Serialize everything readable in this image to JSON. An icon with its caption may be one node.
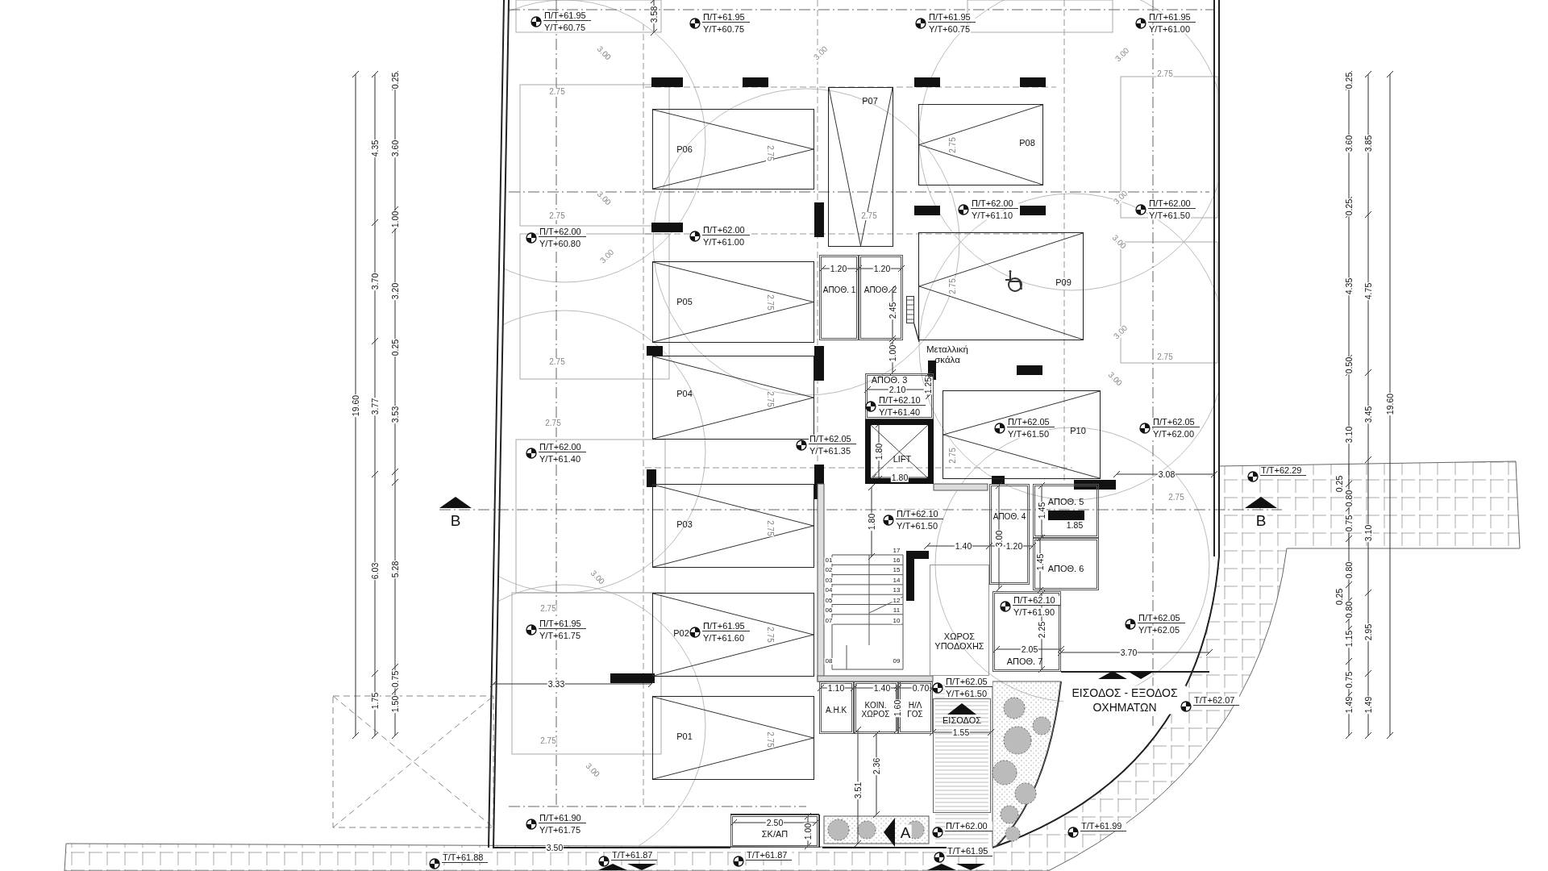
{
  "diagram": {
    "nodes": [
      {
        "text": [
          "P06"
        ]
      },
      {
        "text": [
          "P05"
        ]
      },
      {
        "text": [
          "P04"
        ]
      },
      {
        "text": [
          "P03"
        ]
      },
      {
        "text": [
          "P02"
        ]
      },
      {
        "text": [
          "P01"
        ]
      },
      {
        "text": [
          "P07"
        ]
      },
      {
        "text": [
          "P08"
        ]
      },
      {
        "text": [
          "P09"
        ]
      },
      {
        "text": [
          "P10"
        ]
      },
      {
        "text": [
          "ΑΠΟΘ. 1"
        ]
      },
      {
        "text": [
          "ΑΠΟΘ. 2"
        ]
      },
      {
        "text": [
          "ΑΠΟΘ. 3"
        ]
      },
      {
        "text": [
          "LIFT"
        ]
      },
      {
        "text": [
          "ΑΠΟΘ. 4"
        ]
      },
      {
        "text": [
          "ΑΠΟΘ. 5"
        ]
      },
      {
        "text": [
          "ΑΠΟΘ. 6"
        ]
      },
      {
        "text": [
          "ΑΠΟΘ. 7"
        ]
      },
      {
        "text": [
          "ΧΩΡΟΣ ΥΠΟΔΟΧΗΣ"
        ]
      },
      {
        "text": [
          "Α.Η.Κ"
        ]
      },
      {
        "text": [
          "ΚΟΙΝ. ΧΩΡΟΣ"
        ]
      },
      {
        "text": [
          "Η/Λ ΓΟΣ"
        ]
      },
      {
        "text": [
          "ΕΙΣΟΔΟΣ"
        ]
      },
      {
        "text": [
          "ΣΚ/ΑΠ"
        ]
      },
      {
        "text": [
          "Μεταλλική σκάλα"
        ]
      },
      {
        "text": [],
        "shape": "box"
      }
    ],
    "edges": [
      {
        "from": 24,
        "to": 25,
        "arrow": "none"
      }
    ],
    "labels": [
      "3.58",
      "Π/Τ+61.95",
      "Υ/Τ+60.75",
      "Π/Τ+61.95",
      "Υ/Τ+60.75",
      "Π/Τ+61.95",
      "Υ/Τ+60.75",
      "Π/Τ+61.95",
      "Υ/Τ+61.00",
      "3.00",
      "3.00",
      "3.00",
      "2.75",
      "0.25",
      "0.25",
      "2.75",
      "4.35",
      "3.60",
      "2.75",
      "2.75",
      "3.60",
      "3.85",
      "1.00",
      "2.75",
      "3.00",
      "2.75",
      "Π/Τ+62.00",
      "Υ/Τ+61.10",
      "3.00",
      "Π/Τ+62.00",
      "Υ/Τ+61.50",
      "0.25",
      "Π/Τ+62.00",
      "Υ/Τ+60.80",
      "Π/Τ+62.00",
      "Υ/Τ+61.00",
      "3.00",
      "3.00",
      "1.20",
      "1.20",
      "3.70",
      "3.20",
      "2.75",
      "4.35",
      "4.75",
      "2.75",
      "2.45",
      "3.00",
      "0.25",
      "2.75",
      "1.00",
      "2.75",
      "0.50",
      "2.10",
      "1.25",
      "3.00",
      "19.60",
      "3.77",
      "3.53",
      "2.75",
      "Π/Τ+62.10",
      "Υ/Τ+61.40",
      "3.45",
      "19.60",
      "2.75",
      "Π/Τ+62.05",
      "Υ/Τ+61.50",
      "Π/Τ+62.05",
      "Υ/Τ+62.00",
      "3.10",
      "Π/Τ+62.00",
      "Υ/Τ+61.40",
      "Π/Τ+62.05",
      "Υ/Τ+61.35",
      "1.80",
      "2.75",
      "1.80",
      "3.08",
      "Τ/Τ+62.29",
      "0.25",
      "2.75",
      "0.80",
      "B",
      "2.75",
      "1.80",
      "Π/Τ+62.10",
      "Υ/Τ+61.50",
      "1.45",
      "1.85",
      "B",
      "0.75",
      "3.10",
      "17",
      "1.40",
      "3.00",
      "1.20",
      "01",
      "16",
      "1.45",
      "6.03",
      "5.28",
      "02",
      "15",
      "0.80",
      "3.00",
      "03",
      "14",
      "04",
      "13",
      "05",
      "12",
      "0.25",
      "2.75",
      "06",
      "11",
      "Π/Τ+62.10",
      "Υ/Τ+61.90",
      "0.80",
      "07",
      "10",
      "Π/Τ+61.95",
      "Υ/Τ+61.75",
      "Π/Τ+61.95",
      "Υ/Τ+61.60",
      "2.75",
      "2.25",
      "Π/Τ+62.05",
      "Υ/Τ+62.05",
      "1.15",
      "2.95",
      "2.05",
      "3.70",
      "08",
      "09",
      "0.75",
      "3.33",
      "1.10",
      "1.40",
      "0.70",
      "Π/Τ+62.05",
      "Υ/Τ+61.50",
      "0.75",
      "1.75",
      "1.50",
      "1.60",
      "ΕΙΣΟΔΟΣ - ΕΞΟΔΟΣ ΟΧΗΜΑΤΩΝ",
      "Τ/Τ+62.07",
      "1.49",
      "1.49",
      "1.55",
      "2.75",
      "2.75",
      "3.00",
      "2.36",
      "3.51",
      "Π/Τ+61.90",
      "Υ/Τ+61.75",
      "2.50",
      "1.00",
      "A",
      "Π/Τ+62.00",
      "Τ/Τ+61.99",
      "3.50",
      "Τ/Τ+61.88",
      "Τ/Τ+61.87",
      "Τ/Τ+61.87",
      "Τ/Τ+61.95"
    ]
  }
}
